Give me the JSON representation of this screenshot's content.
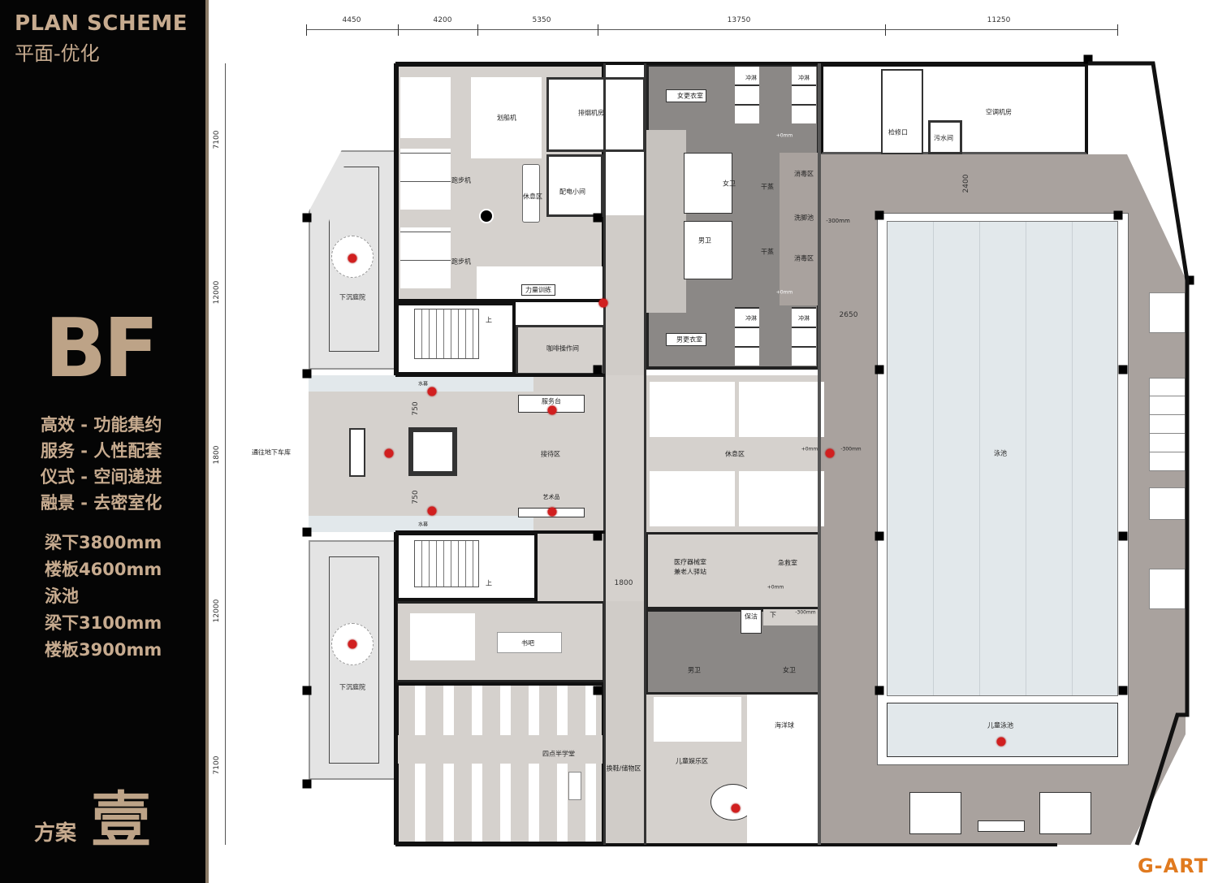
{
  "panel": {
    "title": "PLAN SCHEME",
    "subtitle": "平面-优化",
    "floor": "BF",
    "slogans": [
      "高效 - 功能集约",
      "服务 - 人性配套",
      "仪式 - 空间递进",
      "融景 - 去密室化"
    ],
    "specs": [
      "梁下3800mm",
      "楼板4600mm",
      "泳池",
      "梁下3100mm",
      "楼板3900mm"
    ],
    "scheme_label": "方案",
    "scheme_number": "壹"
  },
  "dimensions": {
    "top": [
      "4450",
      "4200",
      "5350",
      "13750",
      "11250"
    ],
    "left": [
      "7100",
      "12000",
      "1800",
      "12000",
      "7100"
    ],
    "inner": {
      "d2400": "2400",
      "d2650": "2650",
      "d1800": "1800",
      "d750a": "750",
      "d750b": "750"
    }
  },
  "rooms": {
    "rowing": "划船机",
    "treadmill1": "跑步机",
    "treadmill2": "跑步机",
    "rest_gym": "休息区",
    "strength": "力量训练",
    "smoke_exhaust": "排烟机房",
    "power": "配电小间",
    "women_locker": "女更衣室",
    "men_locker": "男更衣室",
    "shower": "冲淋",
    "women_wc": "女卫",
    "men_wc": "男卫",
    "steam": "干蒸",
    "disinfect1": "消毒区",
    "disinfect2": "消毒区",
    "footbath": "洗脚池",
    "coffee": "咖啡操作间",
    "inspection": "检修口",
    "sewage": "污水间",
    "ac_room": "空调机房",
    "courtyard1": "下沉庭院",
    "courtyard2": "下沉庭院",
    "garage": "通往地下车库",
    "reception": "接待区",
    "service_desk": "服务台",
    "art": "艺术品",
    "water_curtain1": "水幕",
    "water_curtain2": "水幕",
    "lounge": "休息区",
    "pool": "泳池",
    "kids_pool": "儿童泳池",
    "medical": "医疗器械室",
    "medical2": "兼老人驿站",
    "first_aid": "急救室",
    "cleaning": "保洁",
    "down": "下",
    "up1": "上",
    "up2": "上",
    "book_bar": "书吧",
    "study": "四点半学堂",
    "shoe": "换鞋/储物区",
    "kids_play": "儿童娱乐区",
    "ball_pool": "海洋球"
  },
  "levels": {
    "l0a": "+0mm",
    "l0b": "+0mm",
    "l0c": "+0mm",
    "l0d": "+0mm",
    "m300a": "-300mm",
    "m300b": "-300mm",
    "m300c": "-300mm"
  },
  "brand": "G-ART",
  "colors": {
    "gold": "#c7ab8f",
    "panel": "#050505",
    "dark_room": "#8b8886",
    "light_room": "#d5d1cd",
    "deck": "#a9a29e",
    "pool": "#e2e8eb",
    "marker": "#d11f1f",
    "brand": "#e07a1f"
  }
}
